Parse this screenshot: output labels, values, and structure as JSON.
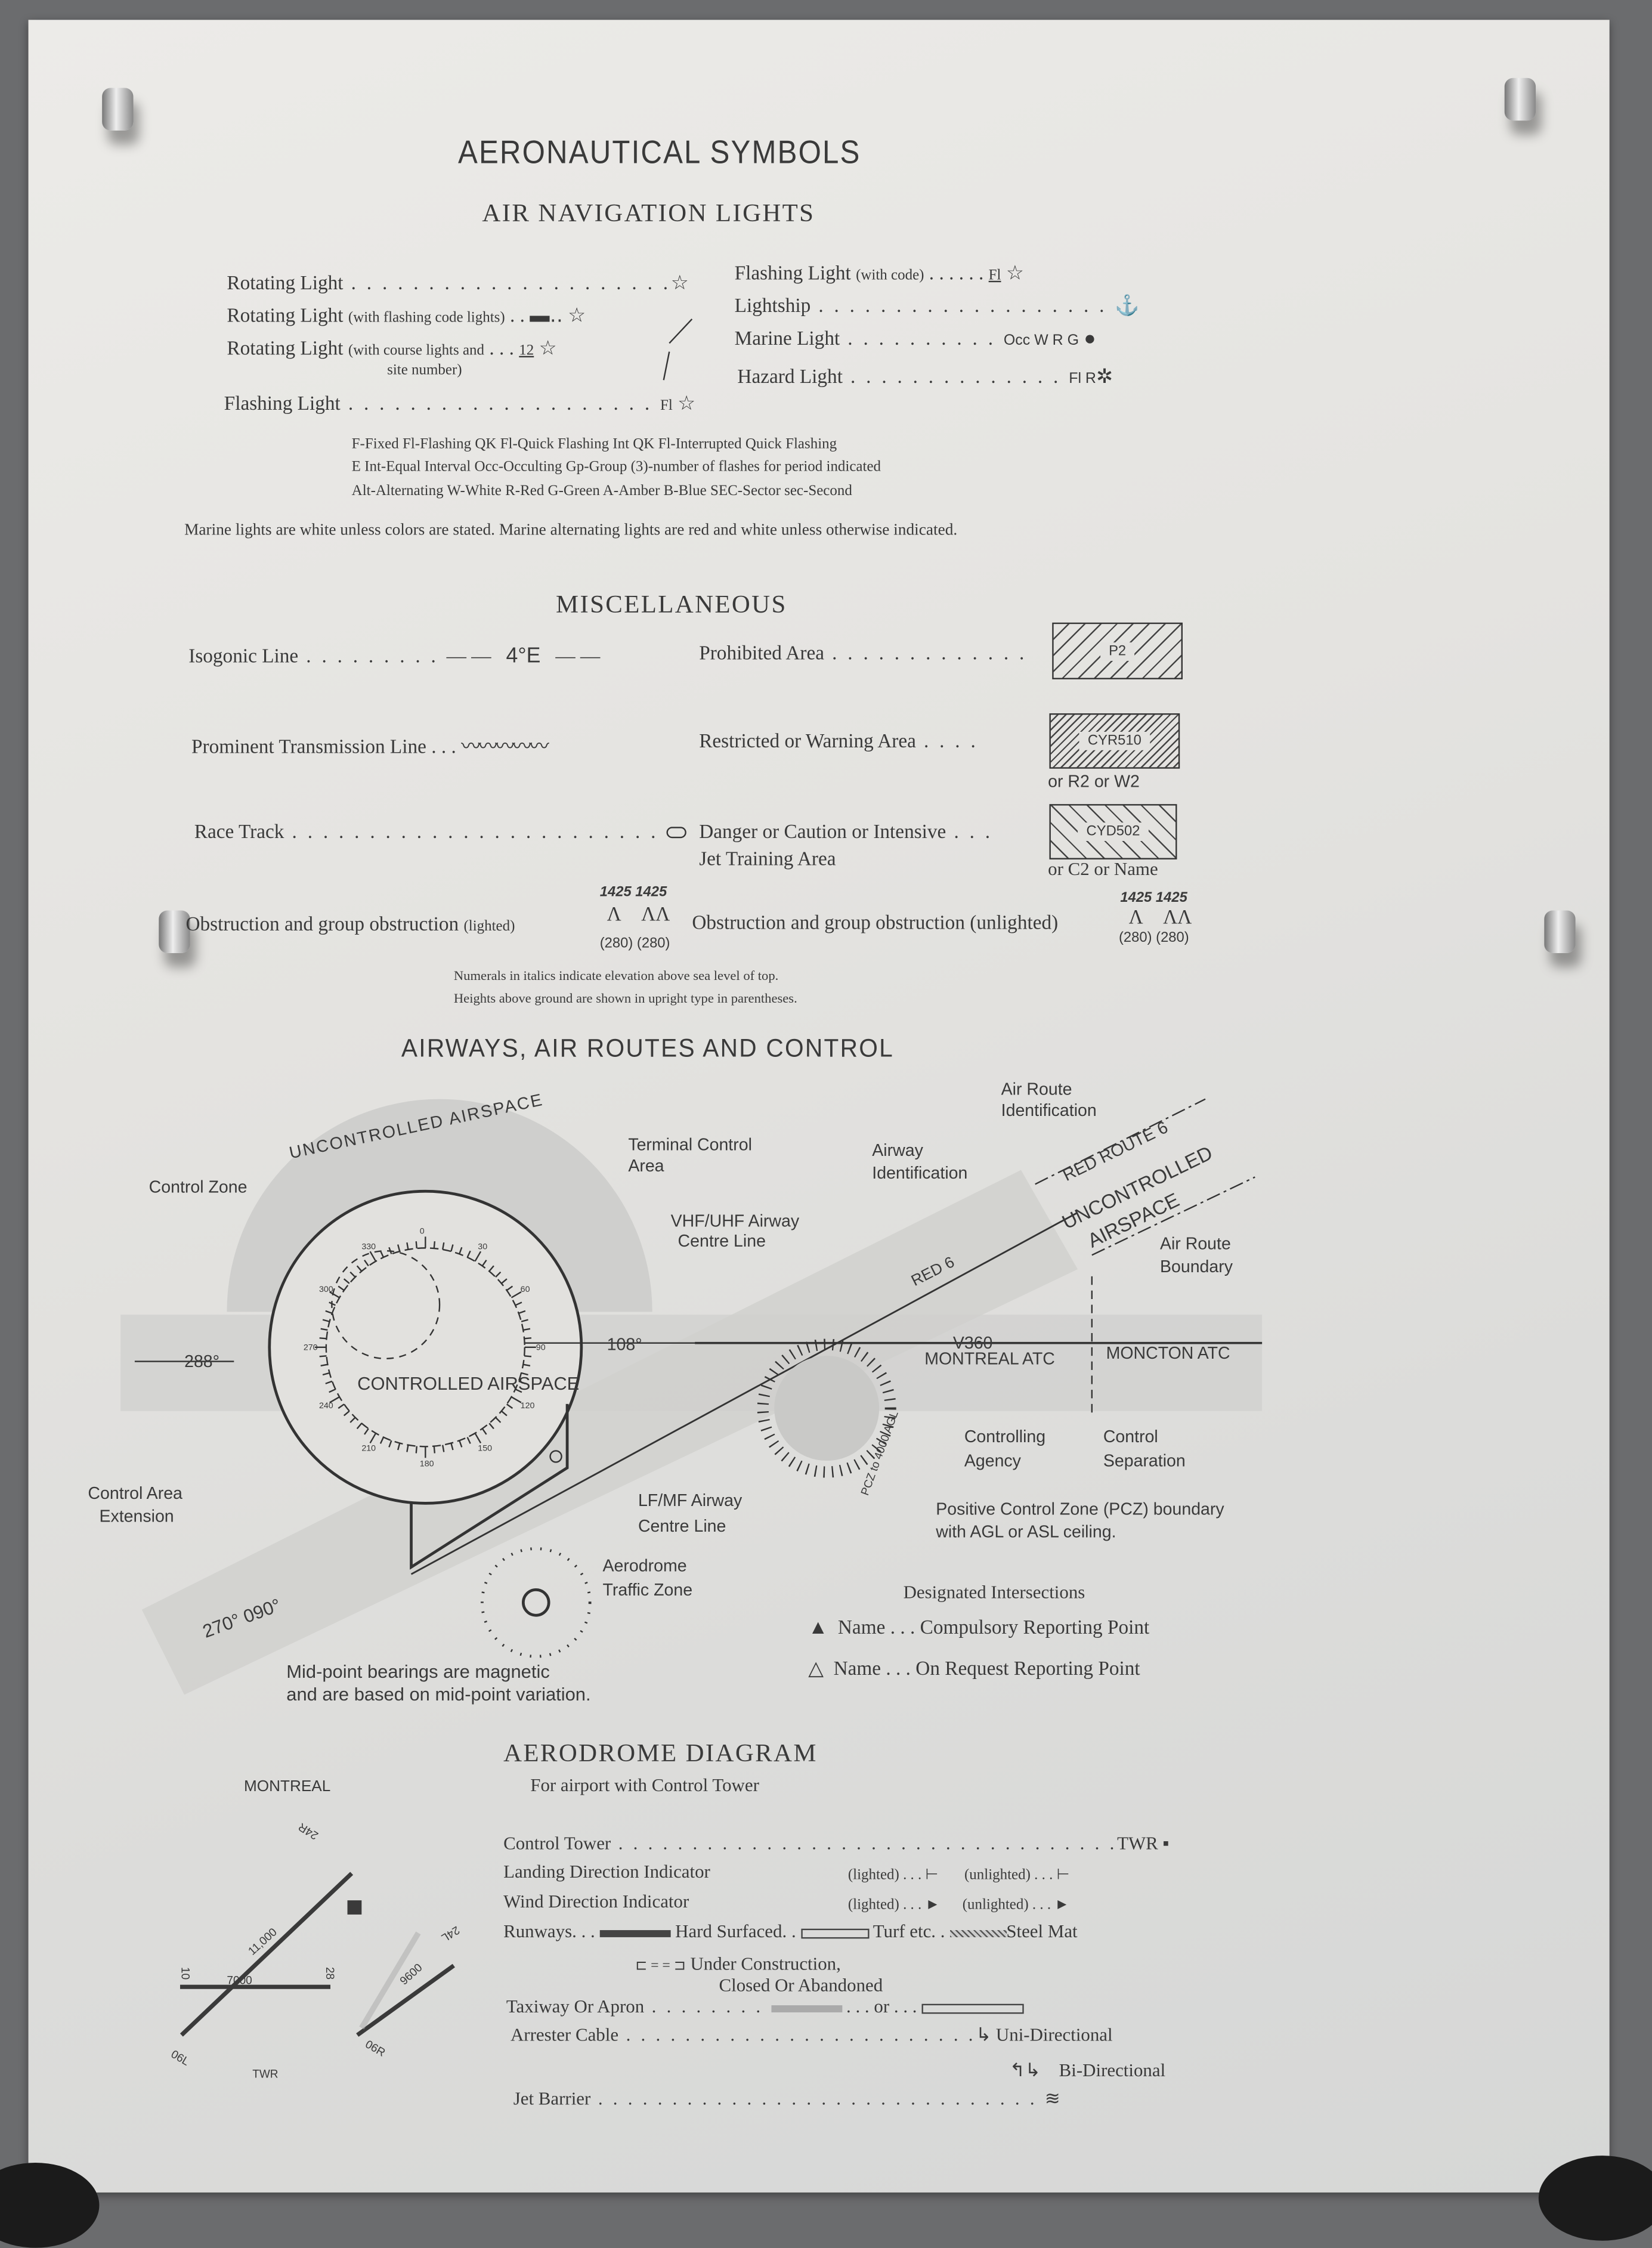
{
  "title": "AERONAUTICAL SYMBOLS",
  "lights": {
    "heading": "AIR NAVIGATION LIGHTS",
    "left": [
      {
        "label": "Rotating Light",
        "note": "",
        "symbol": "☆"
      },
      {
        "label": "Rotating Light",
        "note": "(with flashing code lights)",
        "symbol": "▬‥ ☆"
      },
      {
        "label": "Rotating Light",
        "note": "(with course lights and",
        "note2": "site number)",
        "code": "12",
        "symbol": "☆"
      },
      {
        "label": "Flashing Light",
        "note": "",
        "code": "Fl",
        "symbol": "☆"
      }
    ],
    "right": [
      {
        "label": "Flashing Light",
        "note": "(with code)",
        "code": "Fl",
        "symbol": "☆"
      },
      {
        "label": "Lightship",
        "symbol": "lightship-symbol"
      },
      {
        "label": "Marine Light",
        "code": "Occ W R G",
        "symbol": "●"
      },
      {
        "label": "Hazard Light",
        "code": "Fl R",
        "symbol": "✲"
      }
    ],
    "abbreviations": [
      "F-Fixed Fl-Flashing QK Fl-Quick Flashing Int QK Fl-Interrupted Quick Flashing",
      "E Int-Equal Interval Occ-Occulting Gp-Group (3)-number of flashes for period indicated",
      "Alt-Alternating W-White R-Red G-Green A-Amber B-Blue SEC-Sector sec-Second"
    ],
    "marine_note": "Marine lights are white unless colors are stated. Marine alternating lights are red and white unless otherwise indicated."
  },
  "misc": {
    "heading": "MISCELLANEOUS",
    "isogonic": {
      "label": "Isogonic Line",
      "value": "4°E"
    },
    "prohibited": {
      "label": "Prohibited Area",
      "box": "P2"
    },
    "transmission": {
      "label": "Prominent Transmission Line"
    },
    "restricted": {
      "label": "Restricted or Warning Area",
      "box": "CYR510",
      "alt": "or R2 or W2"
    },
    "race_track": {
      "label": "Race Track"
    },
    "danger": {
      "label": "Danger or Caution or Intensive",
      "label2": "Jet Training Area",
      "box": "CYD502",
      "alt": "or C2 or Name"
    },
    "obstruction_lighted": {
      "label": "Obstruction and group obstruction",
      "note": "(lighted)",
      "elevation": "1425",
      "height": "(280)"
    },
    "obstruction_unlighted": {
      "label": "Obstruction and group obstruction",
      "note": "(unlighted)",
      "elevation": "1425",
      "height": "(280)"
    },
    "notes": [
      "Numerals in italics indicate elevation above sea level of top.",
      "Heights above ground are shown in upright type in parentheses."
    ]
  },
  "airways": {
    "heading": "AIRWAYS, AIR ROUTES AND CONTROL",
    "labels": {
      "uncontrolled": "UNCONTROLLED AIRSPACE",
      "terminal": "Terminal Control",
      "terminal2": "Area",
      "control_zone": "Control Zone",
      "vhf": "VHF/UHF Airway",
      "vhf2": "Centre Line",
      "airway_id": "Airway",
      "airway_id2": "Identification",
      "route_id": "Air Route",
      "route_id2": "Identification",
      "red_route": "RED ROUTE 6",
      "uncontrolled2a": "UNCONTROLLED",
      "uncontrolled2b": "AIRSPACE",
      "boundary": "Air Route",
      "boundary2": "Boundary",
      "red6": "RED 6",
      "b288": "288°",
      "b108": "108°",
      "v360": "V360",
      "montreal_atc": "MONTREAL ATC",
      "moncton_atc": "MONCTON ATC",
      "controlled": "CONTROLLED AIRSPACE",
      "agency": "Controlling",
      "agency2": "Agency",
      "separation": "Control",
      "separation2": "Separation",
      "pcz_ring": "PCZ to 4000 AGL",
      "pcz": "Positive Control Zone (PCZ) boundary",
      "pcz2": "with AGL or ASL  ceiling.",
      "extension": "Control Area",
      "extension2": "Extension",
      "lfmf": "LF/MF Airway",
      "lfmf2": "Centre Line",
      "atz": "Aerodrome",
      "atz2": "Traffic Zone",
      "b270": "270° 090°",
      "midpoint": "Mid-point bearings are magnetic",
      "midpoint2": "and are based on mid-point variation.",
      "compass": [
        "0",
        "30",
        "60",
        "90",
        "120",
        "150",
        "180",
        "210",
        "240",
        "270",
        "300",
        "330"
      ]
    },
    "intersections": {
      "heading": "Designated Intersections",
      "items": [
        {
          "symbol": "▲",
          "text": "Name . . . Compulsory Reporting Point"
        },
        {
          "symbol": "△",
          "text": "Name . . . On Request Reporting Point"
        }
      ]
    }
  },
  "aerodrome": {
    "heading": "AERODROME DIAGRAM",
    "sub": "For airport with Control Tower",
    "map": {
      "name": "MONTREAL",
      "runways": [
        "24R",
        "11,000",
        "24L",
        "9600",
        "10",
        "7000",
        "28",
        "06R",
        "06L",
        "TWR"
      ]
    },
    "legend": {
      "tower": "Control Tower",
      "tower_code": "TWR",
      "ldi": "Landing Direction Indicator",
      "wdi": "Wind Direction Indicator",
      "lighted": "(lighted)",
      "unlighted": "(unlighted)",
      "runways": "Runways",
      "hard": "Hard Surfaced",
      "turf": "Turf etc",
      "steel": "Steel Mat",
      "construction": "Under Construction,",
      "construction2": "Closed Or Abandoned",
      "taxiway": "Taxiway Or Apron",
      "or": "or",
      "arrester": "Arrester Cable",
      "uni": "Uni-Directional",
      "bi": "Bi-Directional",
      "jet": "Jet Barrier"
    }
  },
  "colors": {
    "paper": "#e6e5e2",
    "ink": "#3a3a3a",
    "wall": "#6b6c6e"
  }
}
